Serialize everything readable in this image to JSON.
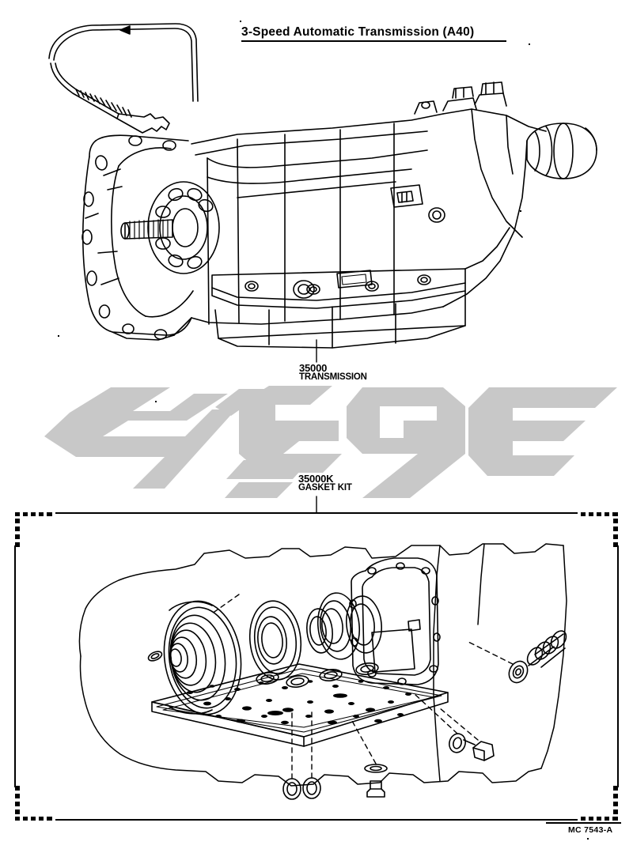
{
  "page": {
    "title": "3-Speed Automatic Transmission (A40)",
    "reference_code": "MC 7543-A",
    "background_color": "#ffffff",
    "line_color": "#000000",
    "watermark_color": "#c8c8c8"
  },
  "callouts": [
    {
      "id": "transmission",
      "part_number": "35000",
      "part_name": "TRANSMISSION"
    },
    {
      "id": "gasket-kit",
      "part_number": "35000K",
      "part_name": "GASKET KIT"
    }
  ],
  "figures": {
    "upper": {
      "name": "transmission-assembly",
      "components": [
        "throttle-cable",
        "bell-housing",
        "input-shaft",
        "transmission-case",
        "oil-pan",
        "extension-housing",
        "output-shaft-yoke"
      ]
    },
    "lower": {
      "name": "gasket-kit-exploded-view",
      "border_style": "dashed-corners",
      "components": [
        "case-outline",
        "oil-pump-seal-rings",
        "front-seal",
        "center-o-ring",
        "rear-housing-gasket",
        "valve-body-gasket-plate",
        "oil-pan-gasket",
        "seal-ring-set",
        "thrust-washer",
        "o-ring-small-left",
        "o-ring-small-right",
        "drain-plug",
        "drain-plug-washer",
        "o-ring-right",
        "bolt"
      ]
    }
  }
}
